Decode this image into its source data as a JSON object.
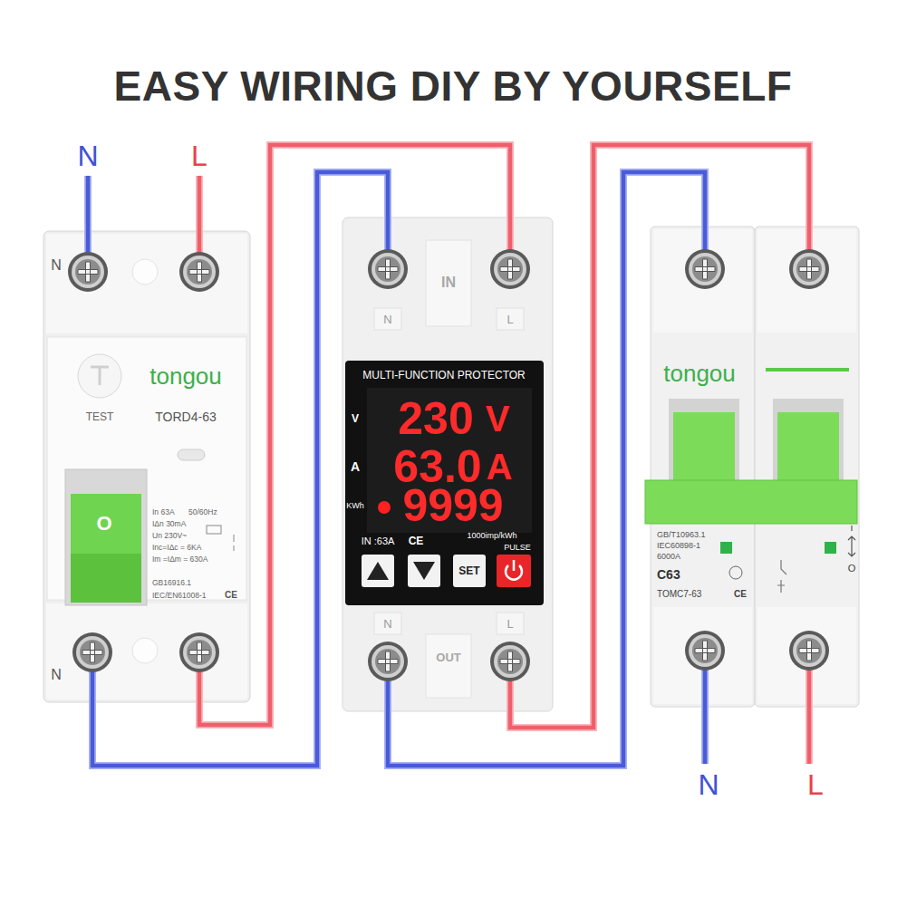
{
  "diagram": {
    "title": "EASY WIRING DIY BY YOURSELF",
    "nodes": [
      {
        "text": [
          "N",
          "TEST",
          "tongou",
          "TORD4-63",
          "O",
          "In 63A",
          "50/60Hz",
          "IΔn 30mA",
          "Un 230V~",
          "Inc=IΔc = 6KA",
          "Im =IΔm = 630A",
          "GB16916.1",
          "IEC/EN61008-1",
          "CE",
          "N"
        ]
      },
      {
        "text": [
          "IN",
          "N",
          "L",
          "N",
          "L",
          "OUT"
        ]
      },
      {
        "text": [
          "MULTI-FUNCTION PROTECTOR",
          "V",
          "230",
          "V",
          "A",
          "63.0",
          "A",
          "KWh",
          "9999",
          "IN :63A",
          "CE",
          "1000imp/kWh",
          "PULSE"
        ],
        "in": 1
      },
      {
        "text": [
          "SET"
        ],
        "in": 2
      },
      {
        "text": [
          "tongou",
          "GB/T10963.1",
          "IEC60898-1",
          "6000A",
          "O",
          "C63",
          "TOMC7-63",
          "CE"
        ]
      }
    ],
    "edges": [
      {
        "from": 0,
        "to": 1,
        "arrow": "none"
      },
      {
        "from": 0,
        "to": 1,
        "arrow": "none"
      },
      {
        "from": 1,
        "to": 4,
        "arrow": "none"
      },
      {
        "from": 1,
        "to": 4,
        "arrow": "none"
      }
    ],
    "labels": [
      "N",
      "L",
      "N",
      "L"
    ]
  }
}
